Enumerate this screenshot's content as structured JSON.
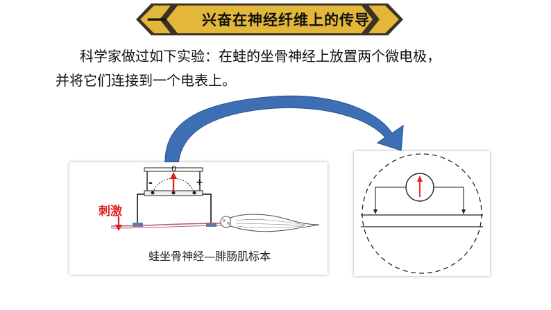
{
  "header": {
    "number": "一",
    "title": "兴奋在神经纤维上的传导",
    "colors": {
      "band": "#E3B83A",
      "dark": "#3B3226"
    }
  },
  "body": {
    "line1": "科学家做过如下实验：在蛙的坐骨神经上放置两个微电极，",
    "line2": "并将它们连接到一个电表上。"
  },
  "figure_left": {
    "meter_zero": "0",
    "meter_minus": "-",
    "meter_plus": "+",
    "stimulus_label": "刺激",
    "caption": "蛙坐骨神经—腓肠肌标本"
  },
  "colors": {
    "arrow_blue": "#3E6FB4",
    "needle_red": "#E02020",
    "electrode_blue": "#4A7FC0"
  }
}
